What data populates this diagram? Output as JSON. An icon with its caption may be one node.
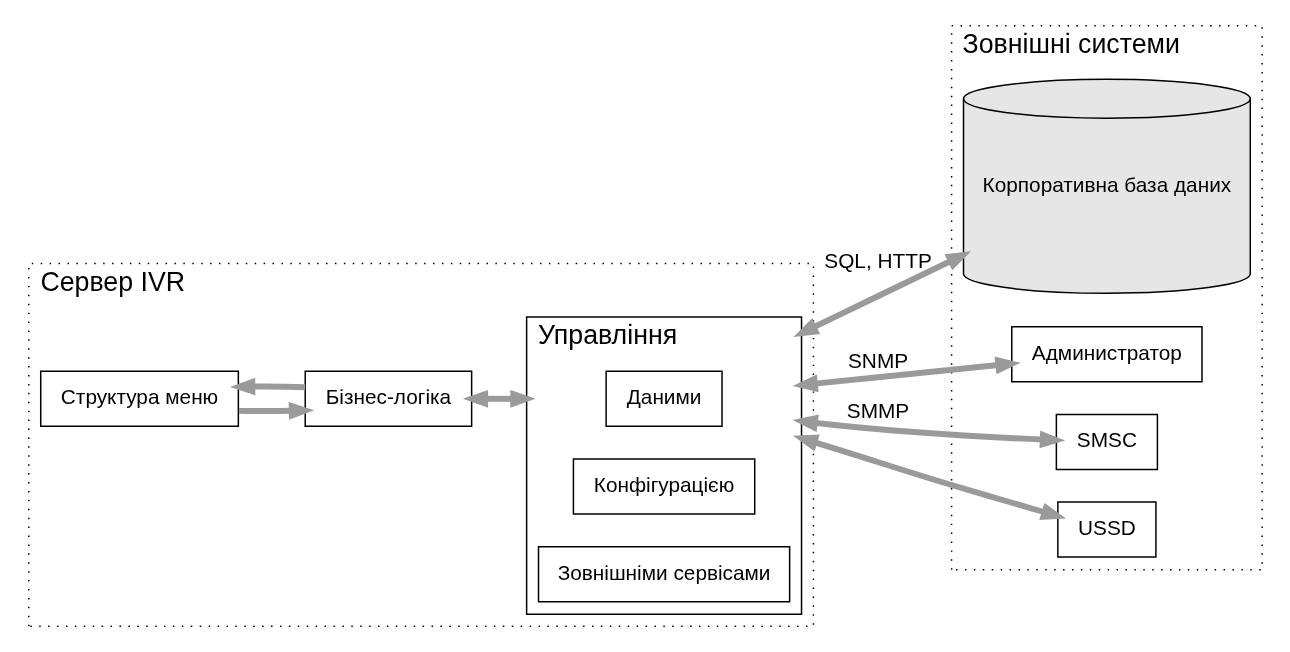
{
  "diagram": {
    "nodes": [
      {
        "text": [
          "Сервер IVR"
        ]
      },
      {
        "text": [
          "Зовнішні системи"
        ]
      },
      {
        "text": [
          "Структура меню"
        ],
        "in": 0
      },
      {
        "text": [
          "Бізнес-логіка"
        ],
        "in": 0
      },
      {
        "text": [
          "Управління"
        ],
        "in": 0
      },
      {
        "text": [
          "Даними"
        ],
        "in": 4
      },
      {
        "text": [
          "Конфігурацією"
        ],
        "in": 4
      },
      {
        "text": [
          "Зовнішніми сервісами"
        ],
        "in": 4
      },
      {
        "text": [
          "Корпоративна база даних"
        ],
        "in": 1
      },
      {
        "text": [
          "Администратор"
        ],
        "in": 1
      },
      {
        "text": [
          "SMSC"
        ],
        "in": 1
      },
      {
        "text": [
          "USSD"
        ],
        "in": 1
      }
    ],
    "edges": [
      {
        "from": 2,
        "to": 3,
        "arrow": "to"
      },
      {
        "from": 3,
        "to": 2,
        "arrow": "to"
      },
      {
        "from": 3,
        "to": 4,
        "arrow": "both"
      },
      {
        "from": 4,
        "to": 8,
        "label": "SQL, HTTP",
        "arrow": "both"
      },
      {
        "from": 4,
        "to": 9,
        "label": "SNMP",
        "arrow": "both"
      },
      {
        "from": 4,
        "to": 10,
        "label": "SMMP",
        "arrow": "both"
      },
      {
        "from": 4,
        "to": 11,
        "arrow": "both"
      }
    ]
  }
}
